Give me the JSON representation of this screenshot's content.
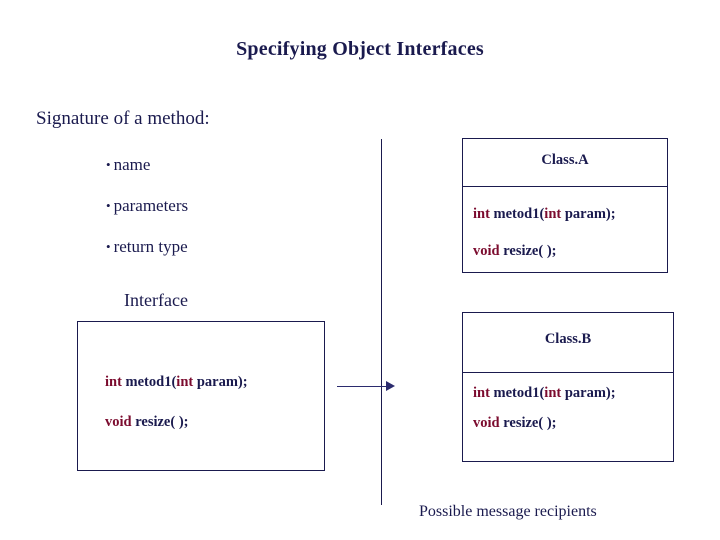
{
  "slide": {
    "title": "Specifying Object Interfaces",
    "subtitle": "Signature of a method:",
    "bullets": [
      {
        "marker": "•",
        "label": "name"
      },
      {
        "marker": "•",
        "label": "parameters"
      },
      {
        "marker": "•",
        "label": "return type"
      }
    ],
    "interface_label": "Interface",
    "interface_box": {
      "methods": [
        {
          "return_type": "int",
          "signature": " metod1(",
          "param_type": "int",
          "param_tail": " param);"
        },
        {
          "return_type": "void",
          "signature": " resize( );"
        }
      ]
    },
    "class_a": {
      "name": "Class.A",
      "methods": [
        {
          "return_type": "int",
          "signature": " metod1(",
          "param_type": "int",
          "param_tail": " param);"
        },
        {
          "return_type": "void",
          "signature": " resize( );"
        }
      ]
    },
    "class_b": {
      "name": "Class.B",
      "methods": [
        {
          "return_type": "int",
          "signature": " metod1(",
          "param_type": "int",
          "param_tail": " param);"
        },
        {
          "return_type": "void",
          "signature": " resize( );"
        }
      ]
    },
    "footnote": "Possible message recipients",
    "colors": {
      "text": "#1a1a4e",
      "keyword": "#7b0b2e",
      "arrow": "#2b2b6e",
      "background": "#ffffff"
    }
  }
}
